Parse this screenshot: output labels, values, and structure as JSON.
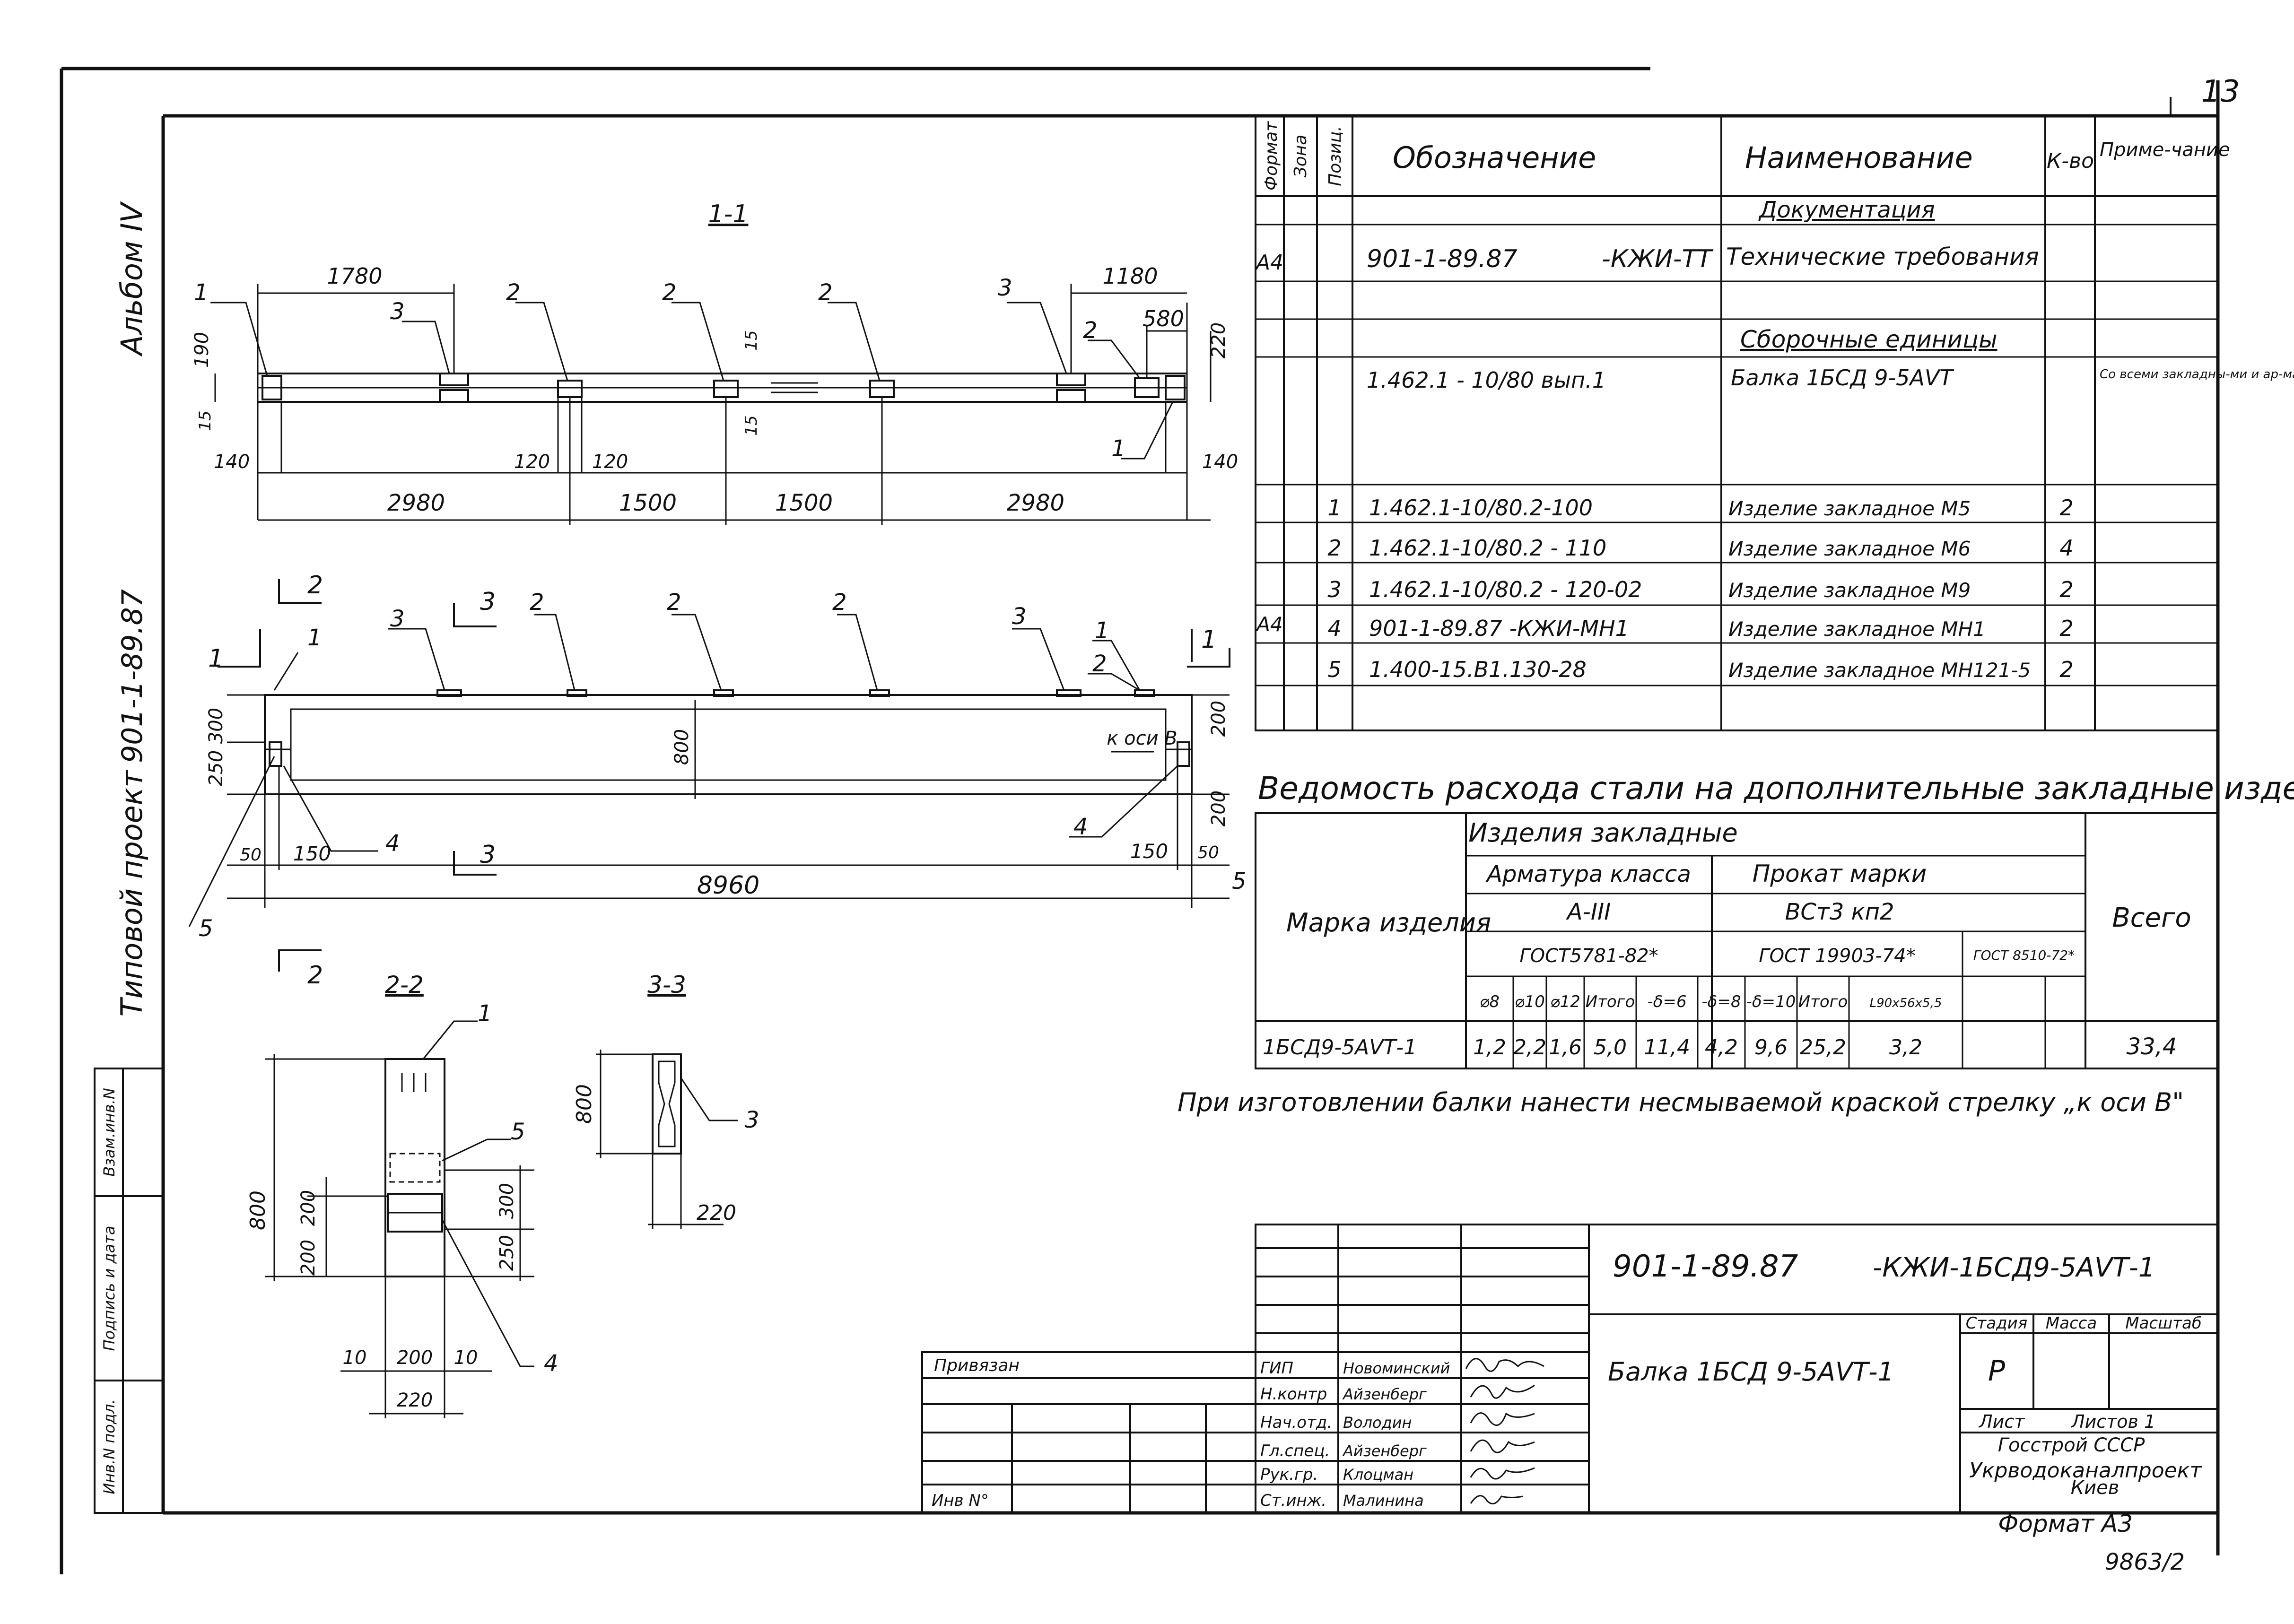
{
  "sheet": {
    "number": "13",
    "album": "Альбом IV",
    "project_label": "Типовой проект",
    "project_no": "901-1-89.87",
    "corner_no": "9863/2",
    "format": "Формат А3"
  },
  "left_strip": {
    "labels": [
      "Инв.N подл.",
      "Подпись и дата",
      "Взам.инв.N"
    ]
  },
  "spec": {
    "headers": {
      "format": "Формат",
      "zone": "Зона",
      "pos": "Позиц.",
      "designation": "Обозначение",
      "name": "Наименование",
      "qty": "К-во",
      "note": "Приме-чание"
    },
    "section_docs": "Документация",
    "doc_row": {
      "format": "А4",
      "designation": "901-1-89.87",
      "suffix": "-КЖИ-ТТ",
      "name": "Технические требования"
    },
    "section_asm": "Сборочные единицы",
    "asm_row": {
      "designation": "1.462.1 - 10/80 вып.1",
      "name": "Балка 1БСД 9-5АVТ",
      "note": "Со всеми закладны-ми и ар-матурны-ми изде-лиями"
    },
    "items": [
      {
        "format": "",
        "pos": "1",
        "designation": "1.462.1-10/80.2-100",
        "name": "Изделие закладное  М5",
        "qty": "2"
      },
      {
        "format": "",
        "pos": "2",
        "designation": "1.462.1-10/80.2 - 110",
        "name": "Изделие закладное  М6",
        "qty": "4"
      },
      {
        "format": "",
        "pos": "3",
        "designation": "1.462.1-10/80.2 - 120-02",
        "name": "Изделие закладное  М9",
        "qty": "2"
      },
      {
        "format": "А4",
        "pos": "4",
        "designation": "901-1-89.87  -КЖИ-МН1",
        "name": "Изделие закладное  МН1",
        "qty": "2"
      },
      {
        "format": "",
        "pos": "5",
        "designation": "1.400-15.В1.130-28",
        "name": "Изделие закладное МН121-5",
        "qty": "2"
      }
    ]
  },
  "steel": {
    "title": "Ведомость расхода стали на дополнительные закладные изделия, кг",
    "h_items": "Изделия закладные",
    "h_rebar": "Арматура класса",
    "h_rolled": "Прокат марки",
    "h_total": "Всего",
    "h_mark": "Марка изделия",
    "rebar_class": "А-III",
    "rolled_grade": "ВСт3 кп2",
    "gost1": "ГОСТ5781-82*",
    "gost2": "ГОСТ 19903-74*",
    "gost3": "ГОСТ 8510-72*",
    "cols": [
      "⌀8",
      "⌀10",
      "⌀12",
      "Итого",
      "-δ=6",
      "-δ=8",
      "-δ=10",
      "Итого",
      "L90х56х5,5"
    ],
    "row": {
      "mark": "1БСД9-5АVТ-1",
      "values": [
        "1,2",
        "2,2",
        "1,6",
        "5,0",
        "11,4",
        "4,2",
        "9,6",
        "25,2",
        "3,2"
      ],
      "total": "33,4"
    }
  },
  "note": "При изготовлении балки нанести несмываемой краской стрелку „к оси В\"",
  "sections": {
    "s11": "1-1",
    "s22": "2-2",
    "s33": "3-3",
    "axis_label": "к оси В"
  },
  "dims": {
    "top": [
      "1780",
      "1180",
      "580",
      "190",
      "220",
      "15",
      "15",
      "15",
      "140",
      "140",
      "120",
      "120",
      "2980",
      "1500",
      "1500",
      "2980"
    ],
    "elev": [
      "300",
      "250",
      "800",
      "200",
      "200",
      "150",
      "150",
      "50",
      "50",
      "8960"
    ],
    "s22": [
      "800",
      "200",
      "200",
      "300",
      "250",
      "10",
      "200",
      "10",
      "220"
    ],
    "s33": [
      "800",
      "220"
    ],
    "callouts": [
      "1",
      "2",
      "3",
      "4",
      "5"
    ],
    "cut_marks": [
      "1",
      "2",
      "3"
    ]
  },
  "title_block": {
    "code": "901-1-89.87",
    "code_suffix": "-КЖИ-1БСД9-5АVТ-1",
    "name": "Балка  1БСД 9-5АVТ-1",
    "stage_h": "Стадия",
    "mass_h": "Масса",
    "scale_h": "Масштаб",
    "stage": "Р",
    "sheet_h": "Лист",
    "sheets_h": "Листов 1",
    "org1": "Госстрой СССР",
    "org2": "Укрводоканалпроект",
    "org3": "Киев",
    "privyazan": "Привязан",
    "inv": "Инв N°",
    "roles": [
      {
        "role": "ГИП",
        "person": "Новоминский"
      },
      {
        "role": "Н.контр",
        "person": "Айзенберг"
      },
      {
        "role": "Нач.отд.",
        "person": "Володин"
      },
      {
        "role": "Гл.спец.",
        "person": "Айзенберг"
      },
      {
        "role": "Рук.гр.",
        "person": "Клоцман"
      },
      {
        "role": "Ст.инж.",
        "person": "Малинина"
      }
    ]
  }
}
